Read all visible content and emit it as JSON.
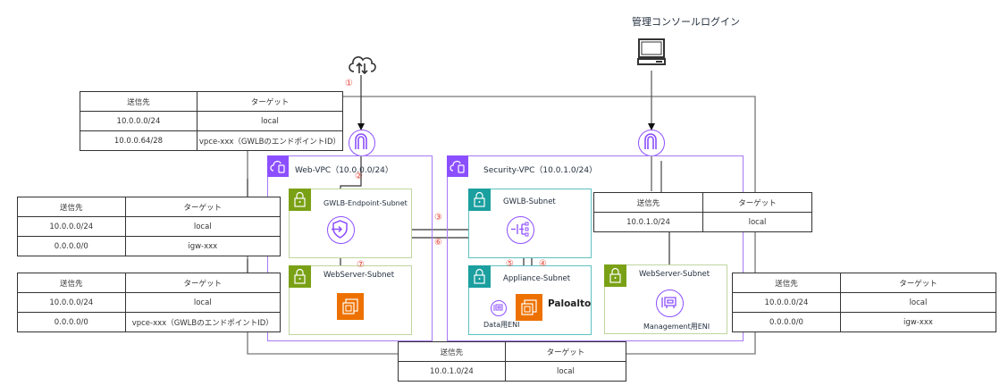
{
  "title_mgmt": "管理コンソールログイン",
  "icons": {
    "internet": "cloud-upload-download-icon",
    "pc": "desktop-computer-icon",
    "igw": "internet-gateway-icon",
    "vpc": "vpc-cloud-icon",
    "lock": "lock-icon",
    "gwlb_endpoint": "gwlb-endpoint-icon",
    "gwlb": "gateway-load-balancer-icon",
    "ec2": "ec2-instance-icon",
    "eni": "network-interface-icon"
  },
  "colors": {
    "vpc": "#8c4fff",
    "subnet_public": "#7aa116",
    "subnet_private": "#1b9f9f",
    "ec2": "#ed7100",
    "step": "#e8473a",
    "line": "#333333"
  },
  "vpcs": {
    "web": {
      "title": "Web-VPC（10.0.0.0/24）"
    },
    "security": {
      "title": "Security-VPC（10.0.1.0/24）"
    }
  },
  "subnets": {
    "gwlb_endpoint": "GWLB-Endpoint-Subnet",
    "web_server": "WebServer-Subnet",
    "gwlb": "GWLB-Subnet",
    "appliance": "Appliance-Subnet",
    "sec_web_server": "WebServer-Subnet"
  },
  "labels": {
    "paloalto": "Paloalto",
    "data_eni": "Data用ENI",
    "mgmt_eni": "Management用ENI"
  },
  "steps": [
    "①",
    "②",
    "③",
    "④",
    "⑤",
    "⑥",
    "⑦"
  ],
  "route_tables": {
    "igw_edge": {
      "headers": [
        "送信先",
        "ターゲット"
      ],
      "rows": [
        [
          "10.0.0.0/24",
          "local"
        ],
        [
          "10.0.0.64/28",
          "vpce-xxx（GWLBのエンドポイントID）"
        ]
      ]
    },
    "web_gwlbe": {
      "headers": [
        "送信先",
        "ターゲット"
      ],
      "rows": [
        [
          "10.0.0.0/24",
          "local"
        ],
        [
          "0.0.0.0/0",
          "igw-xxx"
        ]
      ]
    },
    "web_server": {
      "headers": [
        "送信先",
        "ターゲット"
      ],
      "rows": [
        [
          "10.0.0.0/24",
          "local"
        ],
        [
          "0.0.0.0/0",
          "vpce-xxx（GWLBのエンドポイントID）"
        ]
      ]
    },
    "sec_gwlb": {
      "headers": [
        "送信先",
        "ターゲット"
      ],
      "rows": [
        [
          "10.0.1.0/24",
          "local"
        ]
      ]
    },
    "sec_web_server": {
      "headers": [
        "送信先",
        "ターゲット"
      ],
      "rows": [
        [
          "10.0.0.0/24",
          "local"
        ],
        [
          "0.0.0.0/0",
          "igw-xxx"
        ]
      ]
    },
    "sec_appliance": {
      "headers": [
        "送信先",
        "ターゲット"
      ],
      "rows": [
        [
          "10.0.1.0/24",
          "local"
        ]
      ]
    }
  }
}
